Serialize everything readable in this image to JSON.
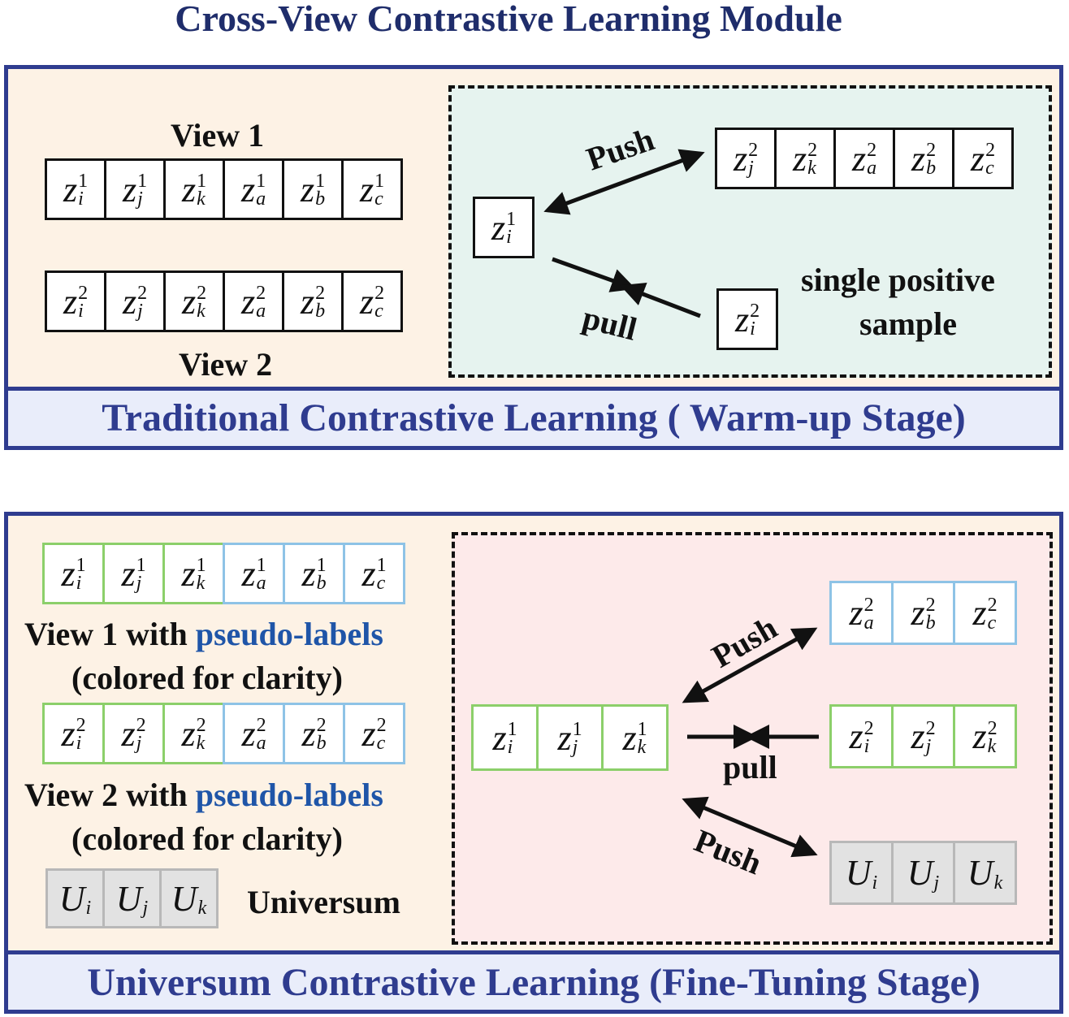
{
  "title": "Cross-View Contrastive Learning Module",
  "top_panel": {
    "banner": "Traditional Contrastive Learning  ( Warm-up Stage)",
    "view1_label": "View 1",
    "view2_label": "View 2",
    "view1_cells": [
      {
        "b": "z",
        "sup": "1",
        "sub": "i"
      },
      {
        "b": "z",
        "sup": "1",
        "sub": "j"
      },
      {
        "b": "z",
        "sup": "1",
        "sub": "k"
      },
      {
        "b": "z",
        "sup": "1",
        "sub": "a"
      },
      {
        "b": "z",
        "sup": "1",
        "sub": "b"
      },
      {
        "b": "z",
        "sup": "1",
        "sub": "c"
      }
    ],
    "view2_cells": [
      {
        "b": "z",
        "sup": "2",
        "sub": "i"
      },
      {
        "b": "z",
        "sup": "2",
        "sub": "j"
      },
      {
        "b": "z",
        "sup": "2",
        "sub": "k"
      },
      {
        "b": "z",
        "sup": "2",
        "sub": "a"
      },
      {
        "b": "z",
        "sup": "2",
        "sub": "b"
      },
      {
        "b": "z",
        "sup": "2",
        "sub": "c"
      }
    ],
    "anchor_cells": [
      {
        "b": "z",
        "sup": "1",
        "sub": "i"
      }
    ],
    "negative_cells": [
      {
        "b": "z",
        "sup": "2",
        "sub": "j"
      },
      {
        "b": "z",
        "sup": "2",
        "sub": "k"
      },
      {
        "b": "z",
        "sup": "2",
        "sub": "a"
      },
      {
        "b": "z",
        "sup": "2",
        "sub": "b"
      },
      {
        "b": "z",
        "sup": "2",
        "sub": "c"
      }
    ],
    "positive_cells": [
      {
        "b": "z",
        "sup": "2",
        "sub": "i"
      }
    ],
    "push_label": "Push",
    "pull_label": "pull",
    "positive_note_line1": "single positive",
    "positive_note_line2": "sample"
  },
  "bottom_panel": {
    "banner": "Universum Contrastive Learning  (Fine-Tuning Stage)",
    "view1_cells": [
      {
        "b": "z",
        "sup": "1",
        "sub": "i"
      },
      {
        "b": "z",
        "sup": "1",
        "sub": "j"
      },
      {
        "b": "z",
        "sup": "1",
        "sub": "k"
      },
      {
        "b": "z",
        "sup": "1",
        "sub": "a"
      },
      {
        "b": "z",
        "sup": "1",
        "sub": "b"
      },
      {
        "b": "z",
        "sup": "1",
        "sub": "c"
      }
    ],
    "view2_cells": [
      {
        "b": "z",
        "sup": "2",
        "sub": "i"
      },
      {
        "b": "z",
        "sup": "2",
        "sub": "j"
      },
      {
        "b": "z",
        "sup": "2",
        "sub": "k"
      },
      {
        "b": "z",
        "sup": "2",
        "sub": "a"
      },
      {
        "b": "z",
        "sup": "2",
        "sub": "b"
      },
      {
        "b": "z",
        "sup": "2",
        "sub": "c"
      }
    ],
    "view1_label_prefix": "View 1 with ",
    "view2_label_prefix": "View 2 with ",
    "pseudo_label": "pseudo-labels",
    "clarity_note": "(colored for clarity)",
    "universum_cells": [
      {
        "b": "U",
        "sup": "",
        "sub": "i"
      },
      {
        "b": "U",
        "sup": "",
        "sub": "j"
      },
      {
        "b": "U",
        "sup": "",
        "sub": "k"
      }
    ],
    "universum_label": "Universum",
    "anchor_cells": [
      {
        "b": "z",
        "sup": "1",
        "sub": "i"
      },
      {
        "b": "z",
        "sup": "1",
        "sub": "j"
      },
      {
        "b": "z",
        "sup": "1",
        "sub": "k"
      }
    ],
    "negative_cells": [
      {
        "b": "z",
        "sup": "2",
        "sub": "a"
      },
      {
        "b": "z",
        "sup": "2",
        "sub": "b"
      },
      {
        "b": "z",
        "sup": "2",
        "sub": "c"
      }
    ],
    "positive_cells": [
      {
        "b": "z",
        "sup": "2",
        "sub": "i"
      },
      {
        "b": "z",
        "sup": "2",
        "sub": "j"
      },
      {
        "b": "z",
        "sup": "2",
        "sub": "k"
      }
    ],
    "universum_target_cells": [
      {
        "b": "U",
        "sup": "",
        "sub": "i"
      },
      {
        "b": "U",
        "sup": "",
        "sub": "j"
      },
      {
        "b": "U",
        "sup": "",
        "sub": "k"
      }
    ],
    "push_label": "Push",
    "pull_label": "pull",
    "push2_label": "Push"
  },
  "colors": {
    "frame": "#2f3c8f",
    "panel_bg": "#fdf2e5",
    "banner_bg": "#e9edfa",
    "top_dash_bg": "#e6f3ef",
    "bottom_dash_bg": "#fdeaea",
    "same_class_border": "#8ccf6a",
    "other_class_border": "#8ec3e6",
    "universum_fill": "#e2e2e2",
    "universum_border": "#b8b8b8",
    "pseudo_label_text": "#1f55a8"
  }
}
